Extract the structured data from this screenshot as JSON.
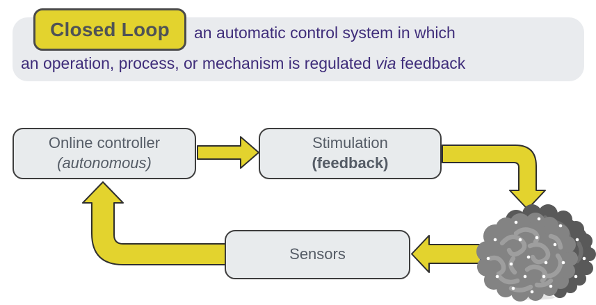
{
  "header": {
    "term": "Closed Loop",
    "definition_line1": "an automatic control system in which",
    "definition_line2_pre": "an operation, process, or mechanism is regulated",
    "definition_line2_italic": "via",
    "definition_line2_post": "feedback"
  },
  "nodes": {
    "controller": {
      "line1": "Online controller",
      "line2": "(autonomous)"
    },
    "stimulation": {
      "line1": "Stimulation",
      "line2": "(feedback)"
    },
    "sensors": {
      "label": "Sensors"
    }
  },
  "icons": {
    "brain": "brain-illustration-with-electrodes",
    "arrows": [
      "arrow-right",
      "arrow-elbow-down",
      "arrow-left",
      "arrow-elbow-up"
    ]
  },
  "colors": {
    "accent_yellow": "#e3d32e",
    "arrow_outline": "#2f2f2f",
    "definition_purple": "#3f2d7a",
    "term_text_gray": "#4f5356",
    "node_fill": "#e8ebed",
    "node_border": "#3d3d3d",
    "node_text": "#555c66",
    "header_background": "#e9ebee",
    "brain_light_gray": "#838383",
    "brain_dark_gray": "#595959"
  }
}
